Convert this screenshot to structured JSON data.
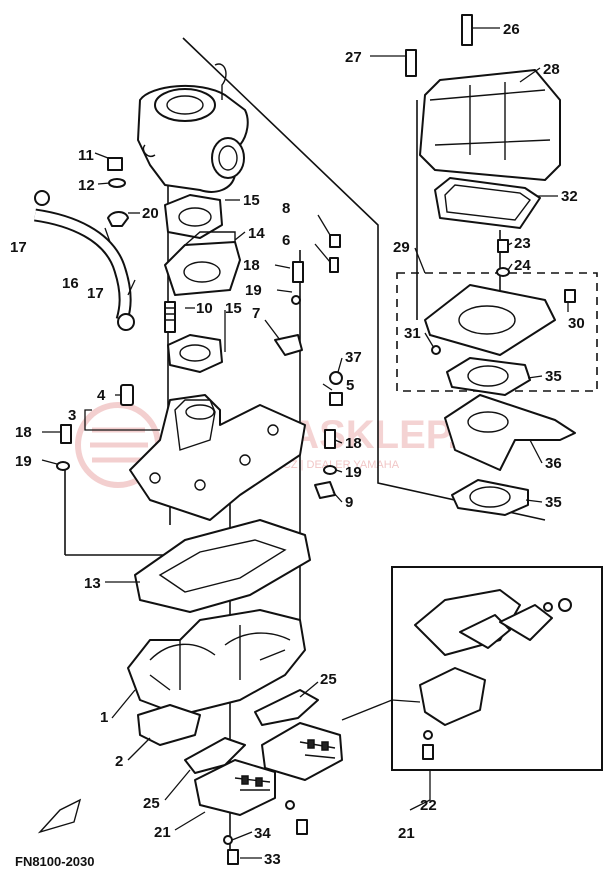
{
  "diagram": {
    "footer_code": "FN8100-2030",
    "watermark": {
      "main": "YAMASKLEP.PL",
      "sub": "CHOWICZ | DEALER YAMAHA"
    },
    "callouts": {
      "p1": "1",
      "p2": "2",
      "p3": "3",
      "p4": "4",
      "p5": "5",
      "p6": "6",
      "p7": "7",
      "p8": "8",
      "p9": "9",
      "p10": "10",
      "p11": "11",
      "p12": "12",
      "p13": "13",
      "p14": "14",
      "p15a": "15",
      "p15b": "15",
      "p16": "16",
      "p17a": "17",
      "p17b": "17",
      "p18a": "18",
      "p18b": "18",
      "p18c": "18",
      "p19a": "19",
      "p19b": "19",
      "p19c": "19",
      "p20": "20",
      "p21a": "21",
      "p21b": "21",
      "p22": "22",
      "p23": "23",
      "p24": "24",
      "p25a": "25",
      "p25b": "25",
      "p26": "26",
      "p27": "27",
      "p28": "28",
      "p29": "29",
      "p30": "30",
      "p31": "31",
      "p32": "32",
      "p33": "33",
      "p34": "34",
      "p35a": "35",
      "p35b": "35",
      "p36": "36",
      "p37": "37"
    }
  }
}
